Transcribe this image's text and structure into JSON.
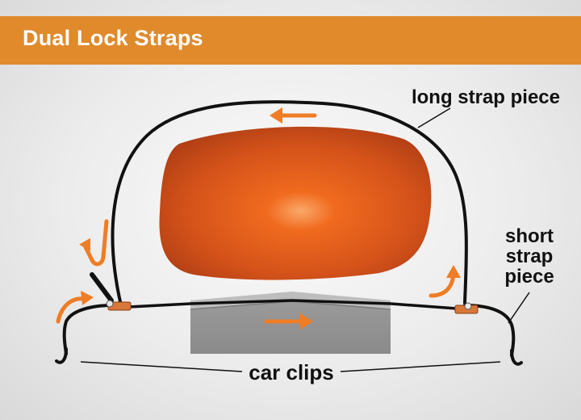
{
  "header": {
    "title": "Dual Lock Straps"
  },
  "labels": {
    "long_strap": "long strap piece",
    "short_strap_line1": "short",
    "short_strap_line2": "strap",
    "short_strap_line3": "piece",
    "car_clips": "car clips"
  },
  "colors": {
    "header_bg": "#e08a2c",
    "arrow": "#ee7d26",
    "kayak": "#e05a18",
    "block": "#8f8f8f",
    "strap": "#111111"
  },
  "icons": [
    "arrow-left-icon",
    "arrow-right-icon",
    "arrow-curve-up-icon",
    "arrow-curve-down-icon",
    "arrow-curve-right-icon"
  ]
}
